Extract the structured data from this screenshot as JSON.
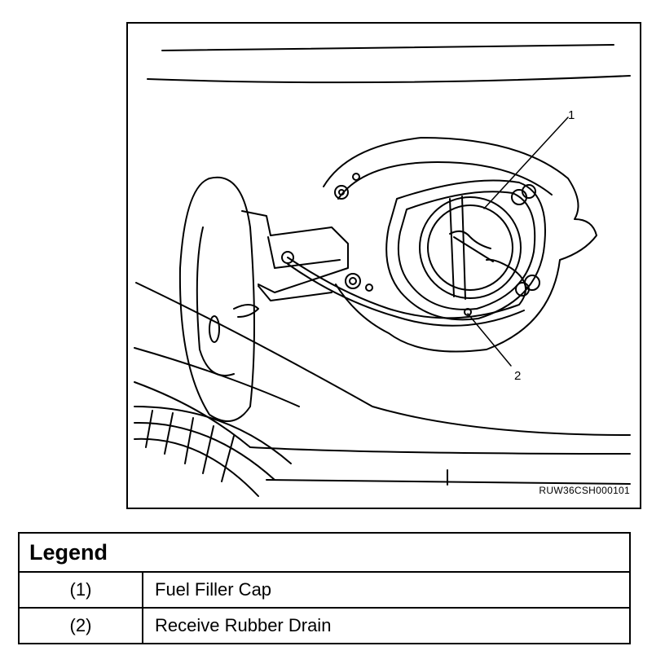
{
  "figure": {
    "code": "RUW36CSH000101",
    "callouts": [
      "1",
      "2"
    ]
  },
  "legend": {
    "title": "Legend",
    "rows": [
      {
        "num": "(1)",
        "desc": "Fuel Filler Cap"
      },
      {
        "num": "(2)",
        "desc": "Receive Rubber Drain"
      }
    ]
  }
}
